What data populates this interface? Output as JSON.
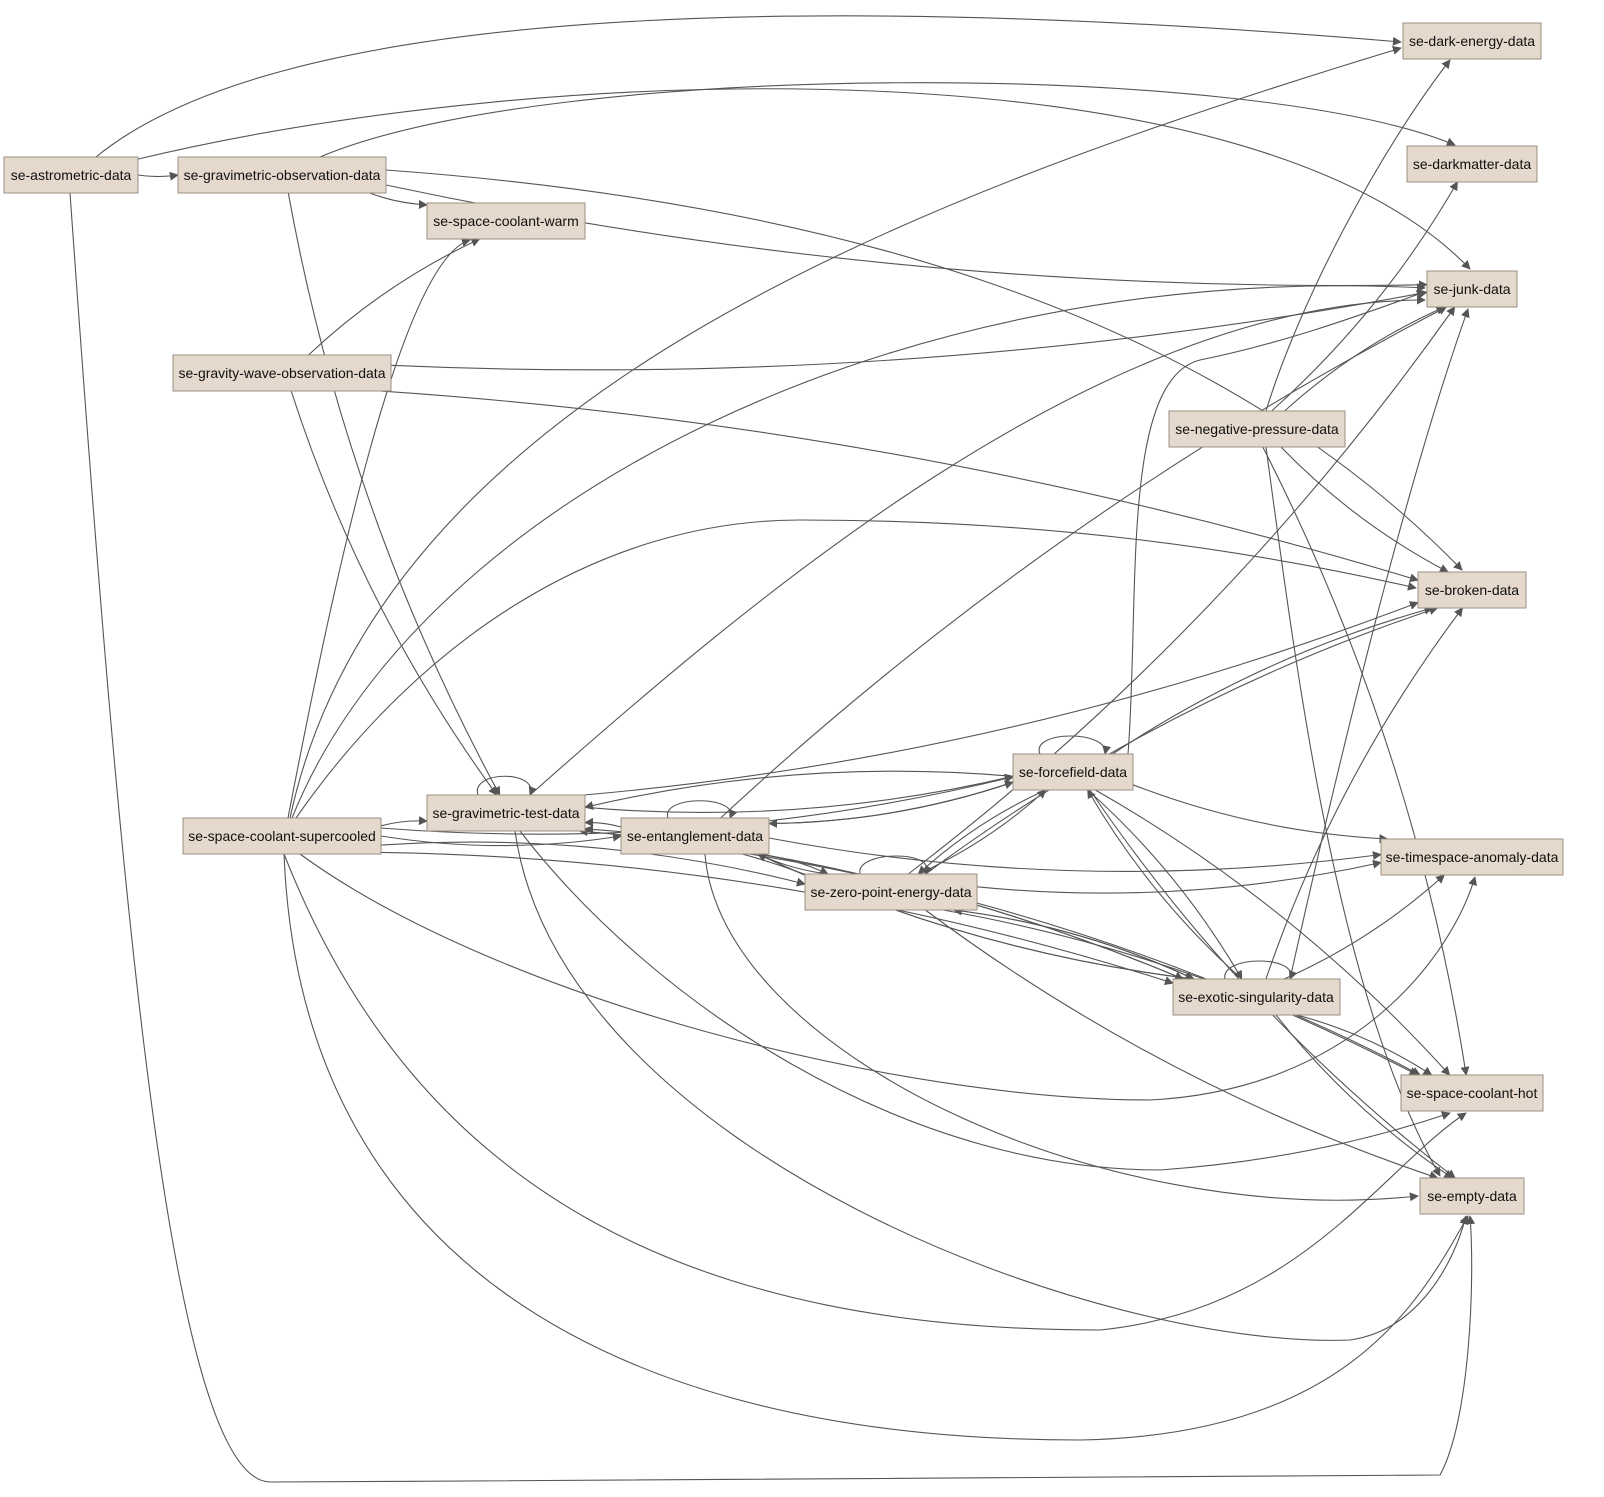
{
  "diagram": {
    "node_color": "#e5d8cc",
    "edge_color": "#555555",
    "nodes": {
      "astro": "se-astrometric-data",
      "gravobs": "se-gravimetric-observation-data",
      "warm": "se-space-coolant-warm",
      "gwave": "se-gravity-wave-observation-data",
      "super": "se-space-coolant-supercooled",
      "gtest": "se-gravimetric-test-data",
      "ent": "se-entanglement-data",
      "force": "se-forcefield-data",
      "zpe": "se-zero-point-energy-data",
      "exotic": "se-exotic-singularity-data",
      "negp": "se-negative-pressure-data",
      "dark": "se-dark-energy-data",
      "dm": "se-darkmatter-data",
      "junk": "se-junk-data",
      "broken": "se-broken-data",
      "tsa": "se-timespace-anomaly-data",
      "hot": "se-space-coolant-hot",
      "empty": "se-empty-data"
    },
    "edges": [
      [
        "astro",
        "gravobs"
      ],
      [
        "astro",
        "dark"
      ],
      [
        "astro",
        "junk"
      ],
      [
        "astro",
        "empty"
      ],
      [
        "gravobs",
        "warm"
      ],
      [
        "gravobs",
        "dm"
      ],
      [
        "gravobs",
        "junk"
      ],
      [
        "gravobs",
        "broken"
      ],
      [
        "gravobs",
        "gtest"
      ],
      [
        "gwave",
        "warm"
      ],
      [
        "gwave",
        "junk"
      ],
      [
        "gwave",
        "broken"
      ],
      [
        "gwave",
        "gtest"
      ],
      [
        "super",
        "gtest"
      ],
      [
        "super",
        "ent"
      ],
      [
        "super",
        "zpe"
      ],
      [
        "super",
        "force"
      ],
      [
        "super",
        "warm"
      ],
      [
        "super",
        "dark"
      ],
      [
        "super",
        "junk"
      ],
      [
        "super",
        "broken"
      ],
      [
        "super",
        "exotic"
      ],
      [
        "super",
        "tsa"
      ],
      [
        "super",
        "hot"
      ],
      [
        "super",
        "empty"
      ],
      [
        "gtest",
        "gtest"
      ],
      [
        "gtest",
        "force"
      ],
      [
        "gtest",
        "junk"
      ],
      [
        "gtest",
        "broken"
      ],
      [
        "gtest",
        "exotic"
      ],
      [
        "gtest",
        "hot"
      ],
      [
        "gtest",
        "empty"
      ],
      [
        "ent",
        "gtest"
      ],
      [
        "ent",
        "ent"
      ],
      [
        "ent",
        "force"
      ],
      [
        "ent",
        "zpe"
      ],
      [
        "ent",
        "exotic"
      ],
      [
        "ent",
        "junk"
      ],
      [
        "ent",
        "tsa"
      ],
      [
        "ent",
        "hot"
      ],
      [
        "ent",
        "empty"
      ],
      [
        "force",
        "force"
      ],
      [
        "force",
        "gtest"
      ],
      [
        "force",
        "ent"
      ],
      [
        "force",
        "zpe"
      ],
      [
        "force",
        "exotic"
      ],
      [
        "force",
        "junk"
      ],
      [
        "force",
        "broken"
      ],
      [
        "force",
        "tsa"
      ],
      [
        "force",
        "hot"
      ],
      [
        "force",
        "empty"
      ],
      [
        "zpe",
        "zpe"
      ],
      [
        "zpe",
        "gtest"
      ],
      [
        "zpe",
        "ent"
      ],
      [
        "zpe",
        "force"
      ],
      [
        "zpe",
        "exotic"
      ],
      [
        "zpe",
        "junk"
      ],
      [
        "zpe",
        "broken"
      ],
      [
        "zpe",
        "tsa"
      ],
      [
        "zpe",
        "hot"
      ],
      [
        "zpe",
        "empty"
      ],
      [
        "exotic",
        "exotic"
      ],
      [
        "exotic",
        "gtest"
      ],
      [
        "exotic",
        "ent"
      ],
      [
        "exotic",
        "zpe"
      ],
      [
        "exotic",
        "force"
      ],
      [
        "exotic",
        "junk"
      ],
      [
        "exotic",
        "broken"
      ],
      [
        "exotic",
        "tsa"
      ],
      [
        "exotic",
        "hot"
      ],
      [
        "exotic",
        "empty"
      ],
      [
        "negp",
        "dark"
      ],
      [
        "negp",
        "dm"
      ],
      [
        "negp",
        "junk"
      ],
      [
        "negp",
        "broken"
      ],
      [
        "negp",
        "hot"
      ],
      [
        "negp",
        "empty"
      ]
    ]
  }
}
